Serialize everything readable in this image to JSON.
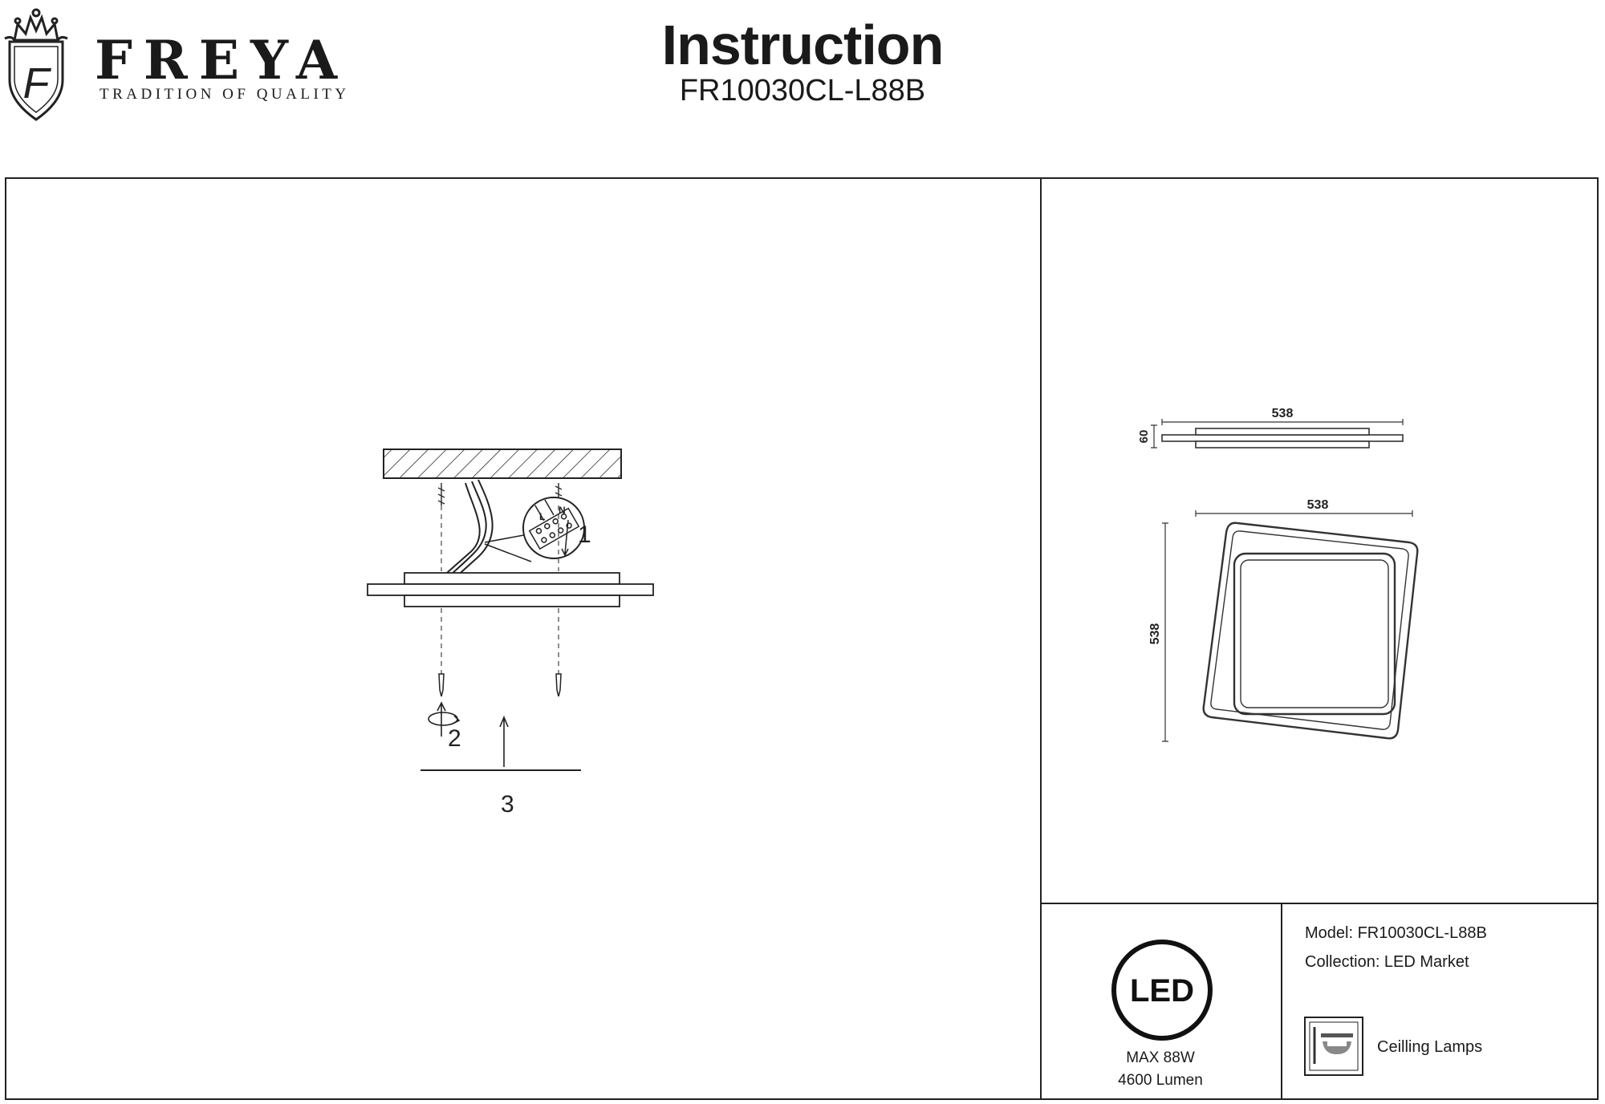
{
  "brand": {
    "name": "FREYA",
    "tagline": "TRADITION OF QUALITY",
    "monogram": "F"
  },
  "header": {
    "title": "Instruction",
    "model": "FR10030CL-L88B"
  },
  "installation": {
    "step_1": "1",
    "step_2": "2",
    "step_3": "3",
    "terminal_labels": [
      "L",
      "N"
    ]
  },
  "dimensions": {
    "side_width": "538",
    "side_height": "60",
    "top_width": "538",
    "top_height": "538"
  },
  "specs": {
    "badge": "LED",
    "power": "MAX 88W",
    "lumen": "4600 Lumen",
    "model_line": "Model: FR10030CL-L88B",
    "collection_line": "Collection: LED Market",
    "category": "Ceilling Lamps",
    "category_icon": "ceiling-lamp-icon"
  }
}
